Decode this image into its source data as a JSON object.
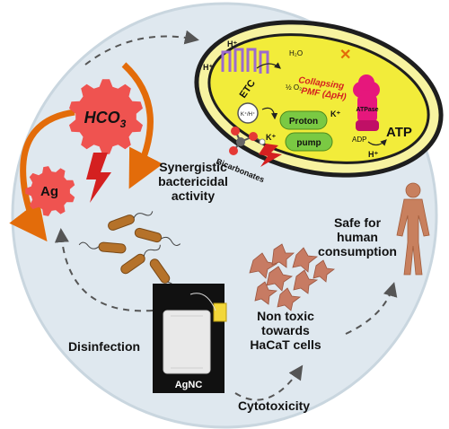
{
  "colors": {
    "background_circle": "#dfe8ef",
    "circle_border": "#c9d6df",
    "gear": "#ef5350",
    "arrow_orange": "#e36c0a",
    "lightning": "#d42020",
    "mito_outer": "#1e1e1e",
    "mito_fill": "#f2ec3a",
    "cristae": "#9c6ad0",
    "proton_pump": "#7ac943",
    "atpase": "#e6177c",
    "dashed_arrow": "#555555",
    "teabag_box": "#111111",
    "tag_yellow": "#f2d73a",
    "bacteria": "#b5722a",
    "cells": "#c77b63",
    "human": "#c8805e"
  },
  "gears": {
    "large_label": "HCO",
    "large_subscript": "3",
    "small_label": "Ag"
  },
  "mitochondrion": {
    "h_left": "H⁺",
    "h_top": "H⁺",
    "etc": "ETC",
    "h2o": "H₂O",
    "half_o2": "½ O₂",
    "collapsing_line1": "Collapsing",
    "collapsing_line2": "PMF (ΔpH)",
    "k_h": "K⁺/H⁺",
    "k_left": "K⁺",
    "k_right": "K⁺",
    "proton": "Proton",
    "pump": "pump",
    "atpase": "ATPase",
    "adp": "ADP",
    "atp": "ATP",
    "h_bottom": "H⁺",
    "bicarbonates": "Bicarbonates"
  },
  "labels": {
    "synergistic": "Synergistic\nbactericidal\nactivity",
    "safe": "Safe for\nhuman\nconsumption",
    "non_toxic": "Non toxic\ntowards\nHaCaT cells",
    "disinfection": "Disinfection",
    "agnc": "AgNC",
    "cytotoxicity": "Cytotoxicity"
  }
}
